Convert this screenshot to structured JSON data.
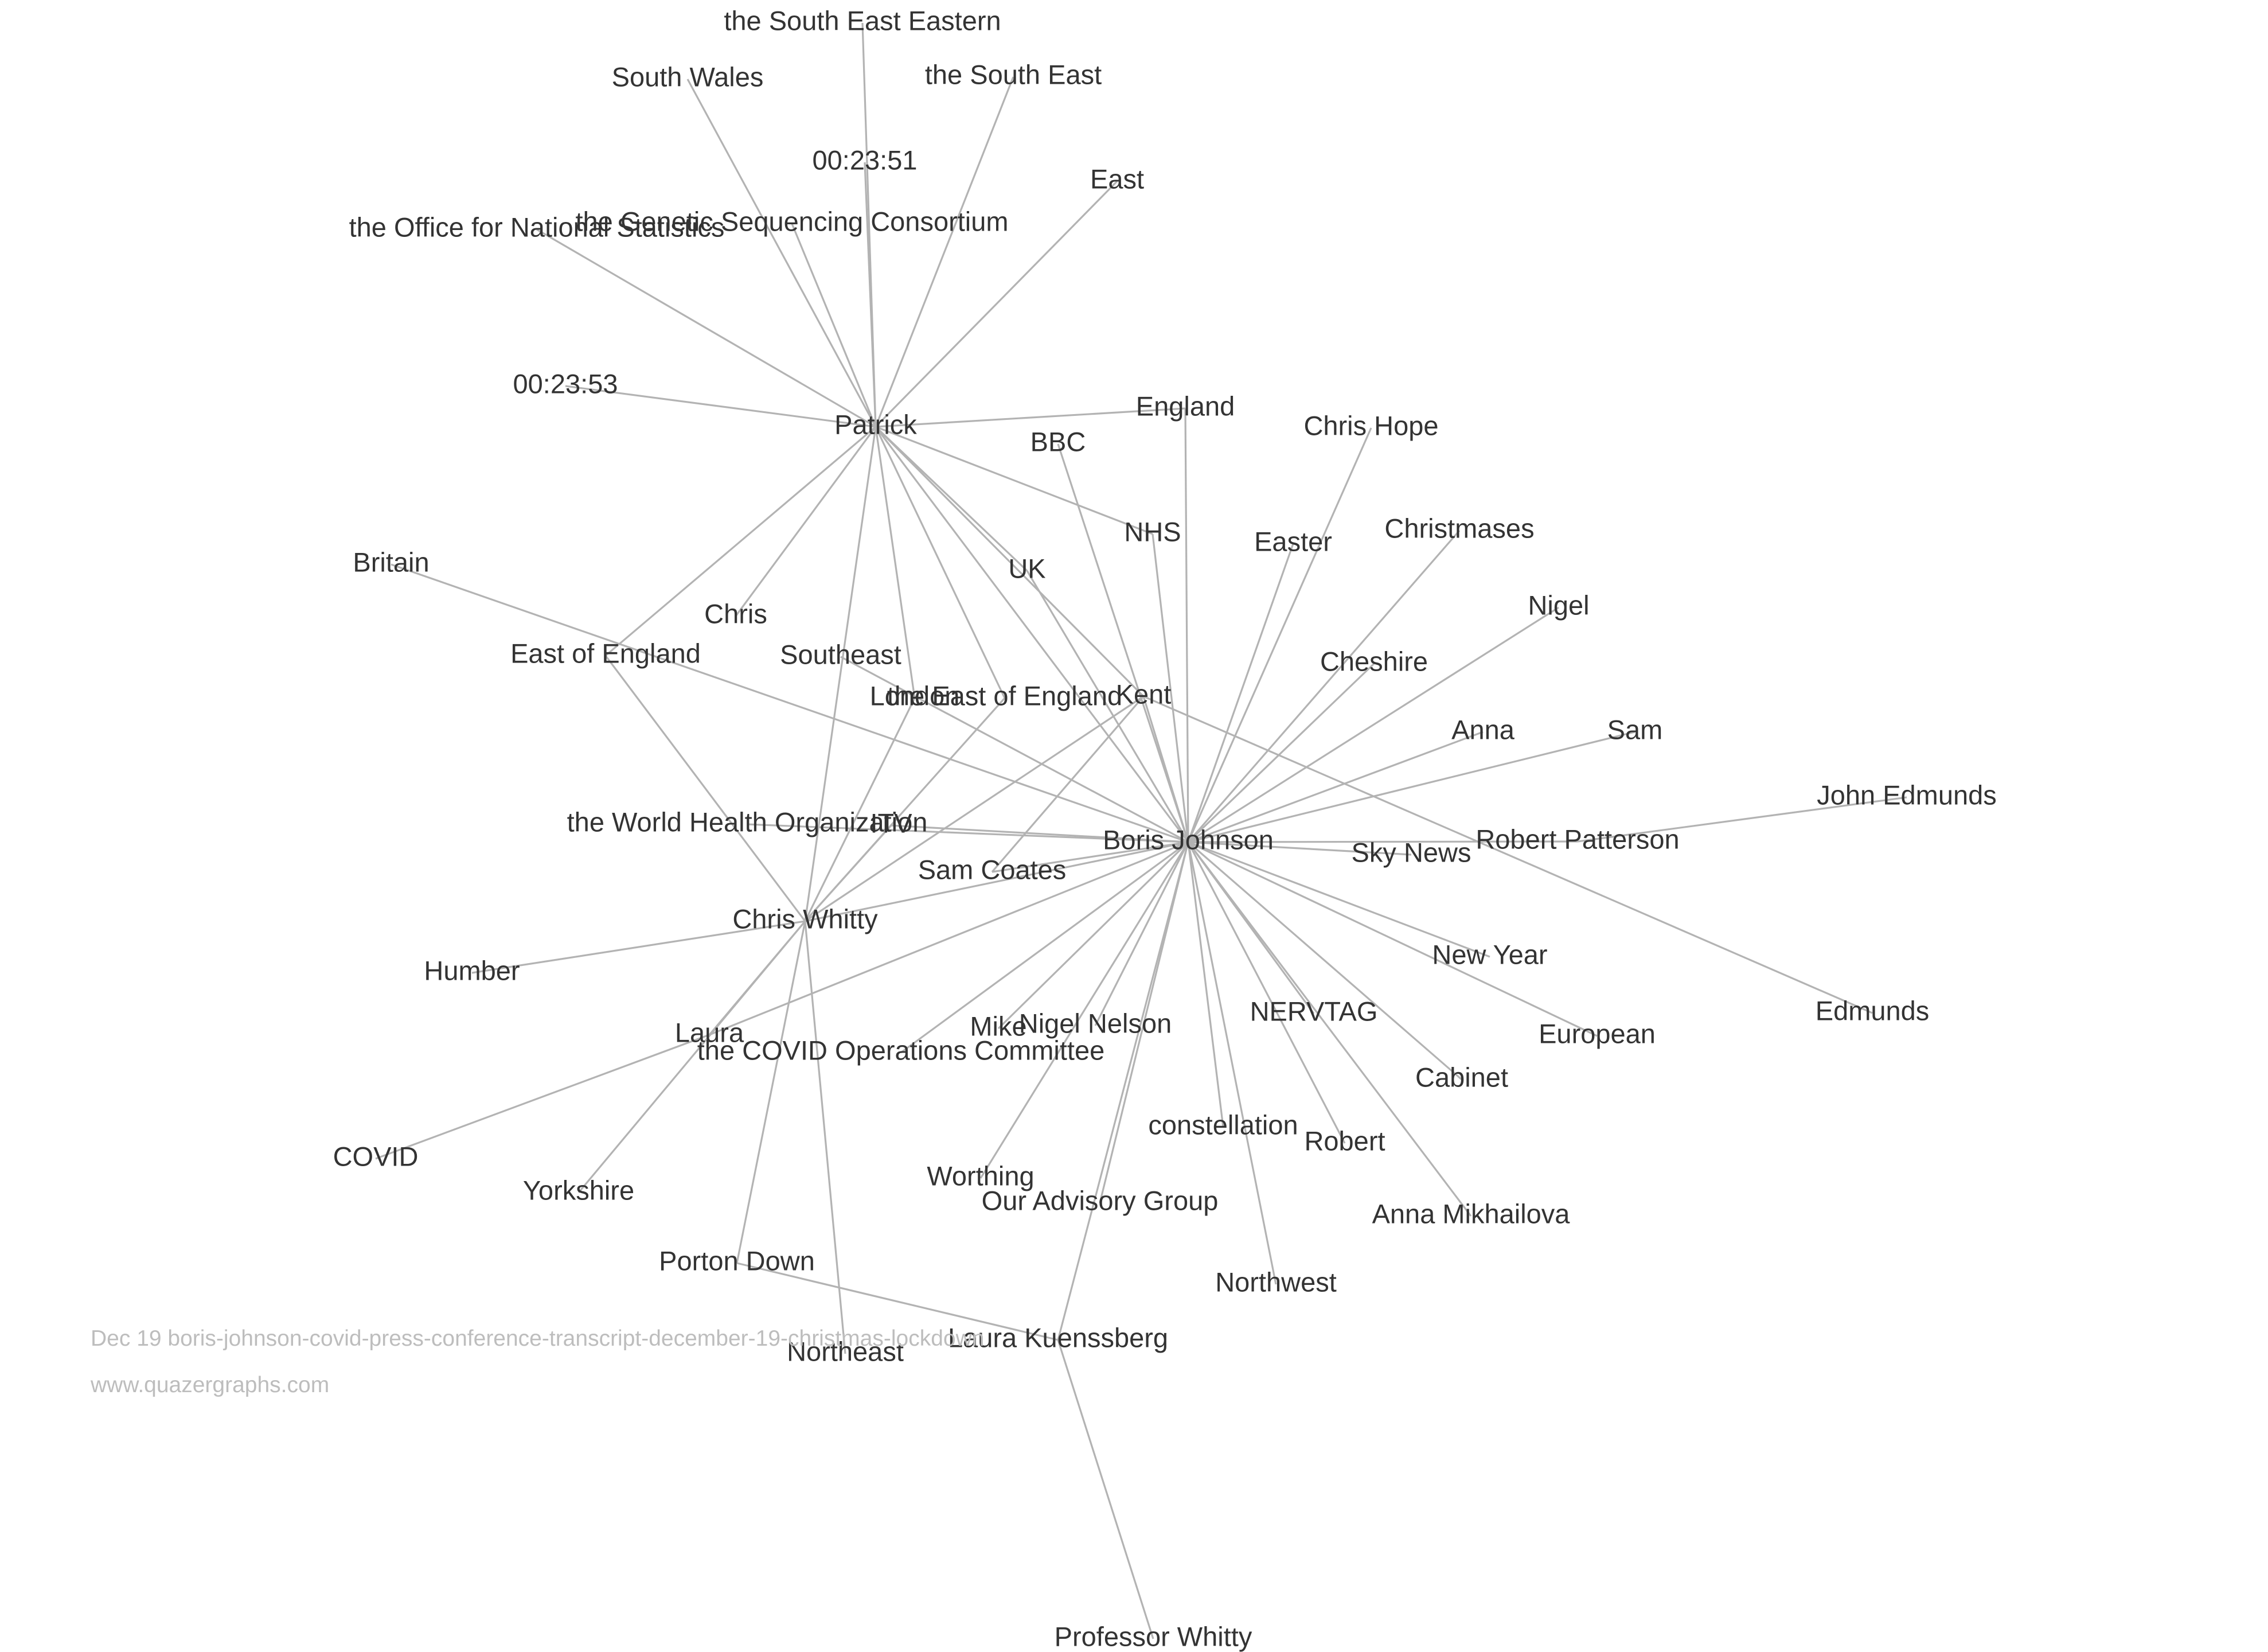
{
  "graph": {
    "nodes": [
      {
        "id": "boris",
        "label": "Boris Johnson"
      },
      {
        "id": "patrick",
        "label": "Patrick"
      },
      {
        "id": "whitty",
        "label": "Chris Whitty"
      },
      {
        "id": "kent",
        "label": "Kent"
      },
      {
        "id": "se_eastern",
        "label": "the South East Eastern"
      },
      {
        "id": "south_wales",
        "label": "South Wales"
      },
      {
        "id": "the_se",
        "label": "the South East"
      },
      {
        "id": "t2351",
        "label": "00:23:51"
      },
      {
        "id": "east",
        "label": "East"
      },
      {
        "id": "gsc",
        "label": "the Genetic Sequencing Consortium"
      },
      {
        "id": "ons",
        "label": "the Office for National Statistics"
      },
      {
        "id": "t2353",
        "label": "00:23:53"
      },
      {
        "id": "england",
        "label": "England"
      },
      {
        "id": "bbc",
        "label": "BBC"
      },
      {
        "id": "chris_hope",
        "label": "Chris Hope"
      },
      {
        "id": "nhs",
        "label": "NHS"
      },
      {
        "id": "easter",
        "label": "Easter"
      },
      {
        "id": "christmases",
        "label": "Christmases"
      },
      {
        "id": "uk",
        "label": "UK"
      },
      {
        "id": "britain",
        "label": "Britain"
      },
      {
        "id": "chris",
        "label": "Chris"
      },
      {
        "id": "nigel",
        "label": "Nigel"
      },
      {
        "id": "east_of_england",
        "label": "East of England"
      },
      {
        "id": "southeast",
        "label": "Southeast"
      },
      {
        "id": "cheshire",
        "label": "Cheshire"
      },
      {
        "id": "london",
        "label": "London"
      },
      {
        "id": "the_east_of_england",
        "label": "the East of England"
      },
      {
        "id": "anna",
        "label": "Anna"
      },
      {
        "id": "sam",
        "label": "Sam"
      },
      {
        "id": "john_edmunds",
        "label": "John Edmunds"
      },
      {
        "id": "who",
        "label": "the World Health Organization"
      },
      {
        "id": "itv",
        "label": "ITV"
      },
      {
        "id": "robert_patterson",
        "label": "Robert Patterson"
      },
      {
        "id": "sky_news",
        "label": "Sky News"
      },
      {
        "id": "sam_coates",
        "label": "Sam Coates"
      },
      {
        "id": "humber",
        "label": "Humber"
      },
      {
        "id": "new_year",
        "label": "New Year"
      },
      {
        "id": "edmunds",
        "label": "Edmunds"
      },
      {
        "id": "nervtag",
        "label": "NERVTAG"
      },
      {
        "id": "nigel_nelson",
        "label": "Nigel Nelson"
      },
      {
        "id": "mike",
        "label": "Mike"
      },
      {
        "id": "laura",
        "label": "Laura"
      },
      {
        "id": "european",
        "label": "European"
      },
      {
        "id": "covid_ops",
        "label": "the COVID Operations Committee"
      },
      {
        "id": "cabinet",
        "label": "Cabinet"
      },
      {
        "id": "constellation",
        "label": "constellation"
      },
      {
        "id": "robert",
        "label": "Robert"
      },
      {
        "id": "covid",
        "label": "COVID"
      },
      {
        "id": "worthing",
        "label": "Worthing"
      },
      {
        "id": "yorkshire",
        "label": "Yorkshire"
      },
      {
        "id": "advisory",
        "label": "Our Advisory Group"
      },
      {
        "id": "anna_m",
        "label": "Anna Mikhailova"
      },
      {
        "id": "porton_down",
        "label": "Porton Down"
      },
      {
        "id": "northwest",
        "label": "Northwest"
      },
      {
        "id": "laura_k",
        "label": "Laura Kuenssberg"
      },
      {
        "id": "northeast",
        "label": "Northeast"
      },
      {
        "id": "prof_whitty",
        "label": "Professor Whitty"
      }
    ],
    "edges": [
      [
        "patrick",
        "se_eastern"
      ],
      [
        "patrick",
        "south_wales"
      ],
      [
        "patrick",
        "the_se"
      ],
      [
        "patrick",
        "t2351"
      ],
      [
        "patrick",
        "east"
      ],
      [
        "patrick",
        "gsc"
      ],
      [
        "patrick",
        "ons"
      ],
      [
        "patrick",
        "t2353"
      ],
      [
        "patrick",
        "england"
      ],
      [
        "patrick",
        "nhs"
      ],
      [
        "patrick",
        "uk"
      ],
      [
        "patrick",
        "boris"
      ],
      [
        "patrick",
        "whitty"
      ],
      [
        "patrick",
        "east_of_england"
      ],
      [
        "patrick",
        "chris"
      ],
      [
        "patrick",
        "london"
      ],
      [
        "patrick",
        "kent"
      ],
      [
        "patrick",
        "the_east_of_england"
      ],
      [
        "boris",
        "england"
      ],
      [
        "boris",
        "bbc"
      ],
      [
        "boris",
        "chris_hope"
      ],
      [
        "boris",
        "nhs"
      ],
      [
        "boris",
        "easter"
      ],
      [
        "boris",
        "christmases"
      ],
      [
        "boris",
        "uk"
      ],
      [
        "boris",
        "nigel"
      ],
      [
        "boris",
        "cheshire"
      ],
      [
        "boris",
        "kent"
      ],
      [
        "boris",
        "anna"
      ],
      [
        "boris",
        "sam"
      ],
      [
        "boris",
        "southeast"
      ],
      [
        "boris",
        "britain"
      ],
      [
        "boris",
        "itv"
      ],
      [
        "boris",
        "who"
      ],
      [
        "boris",
        "sam_coates"
      ],
      [
        "boris",
        "robert_patterson"
      ],
      [
        "boris",
        "sky_news"
      ],
      [
        "boris",
        "new_year"
      ],
      [
        "boris",
        "european"
      ],
      [
        "boris",
        "cabinet"
      ],
      [
        "boris",
        "nervtag"
      ],
      [
        "boris",
        "robert"
      ],
      [
        "boris",
        "constellation"
      ],
      [
        "boris",
        "anna_m"
      ],
      [
        "boris",
        "northwest"
      ],
      [
        "boris",
        "advisory"
      ],
      [
        "boris",
        "laura_k"
      ],
      [
        "boris",
        "worthing"
      ],
      [
        "boris",
        "nigel_nelson"
      ],
      [
        "boris",
        "mike"
      ],
      [
        "boris",
        "covid_ops"
      ],
      [
        "boris",
        "laura"
      ],
      [
        "boris",
        "whitty"
      ],
      [
        "whitty",
        "humber"
      ],
      [
        "whitty",
        "laura"
      ],
      [
        "whitty",
        "yorkshire"
      ],
      [
        "whitty",
        "porton_down"
      ],
      [
        "whitty",
        "northeast"
      ],
      [
        "whitty",
        "east_of_england"
      ],
      [
        "whitty",
        "itv"
      ],
      [
        "whitty",
        "kent"
      ],
      [
        "whitty",
        "the_east_of_england"
      ],
      [
        "whitty",
        "london"
      ],
      [
        "laura",
        "covid"
      ],
      [
        "kent",
        "sam_coates"
      ],
      [
        "kent",
        "edmunds"
      ],
      [
        "robert_patterson",
        "john_edmunds"
      ],
      [
        "porton_down",
        "laura_k"
      ],
      [
        "laura_k",
        "prof_whitty"
      ]
    ]
  },
  "caption": {
    "title": "Dec 19 boris-johnson-covid-press-conference-transcript-december-19-christmas-lockdown",
    "site": "www.quazergraphs.com"
  }
}
